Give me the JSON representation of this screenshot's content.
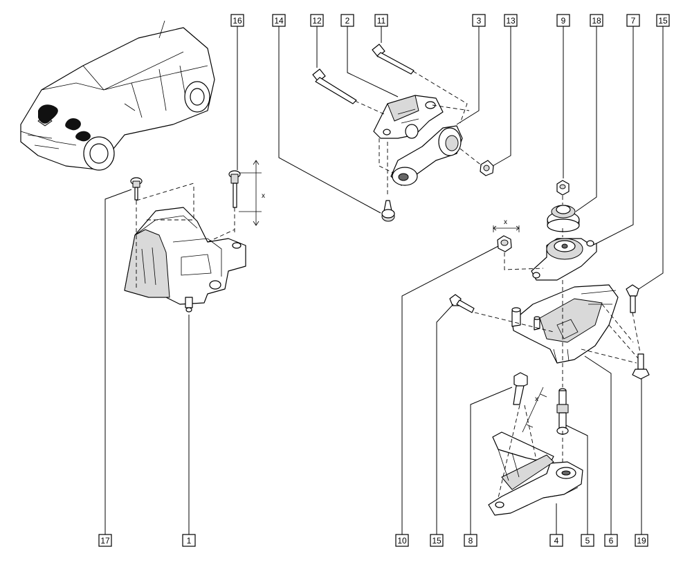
{
  "diagram": {
    "callouts": [
      {
        "id": "c16",
        "label": "16"
      },
      {
        "id": "c14",
        "label": "14"
      },
      {
        "id": "c12",
        "label": "12"
      },
      {
        "id": "c2",
        "label": "2"
      },
      {
        "id": "c11",
        "label": "11"
      },
      {
        "id": "c3",
        "label": "3"
      },
      {
        "id": "c13",
        "label": "13"
      },
      {
        "id": "c9",
        "label": "9"
      },
      {
        "id": "c18",
        "label": "18"
      },
      {
        "id": "c7",
        "label": "7"
      },
      {
        "id": "c15a",
        "label": "15"
      },
      {
        "id": "c17",
        "label": "17"
      },
      {
        "id": "c1",
        "label": "1"
      },
      {
        "id": "c10",
        "label": "10"
      },
      {
        "id": "c15b",
        "label": "15"
      },
      {
        "id": "c8",
        "label": "8"
      },
      {
        "id": "c4",
        "label": "4"
      },
      {
        "id": "c5",
        "label": "5"
      },
      {
        "id": "c6",
        "label": "6"
      },
      {
        "id": "c19",
        "label": "19"
      }
    ],
    "dimensions": [
      {
        "id": "d1",
        "label": "x"
      },
      {
        "id": "d2",
        "label": "x"
      },
      {
        "id": "d3",
        "label": "x"
      }
    ]
  }
}
